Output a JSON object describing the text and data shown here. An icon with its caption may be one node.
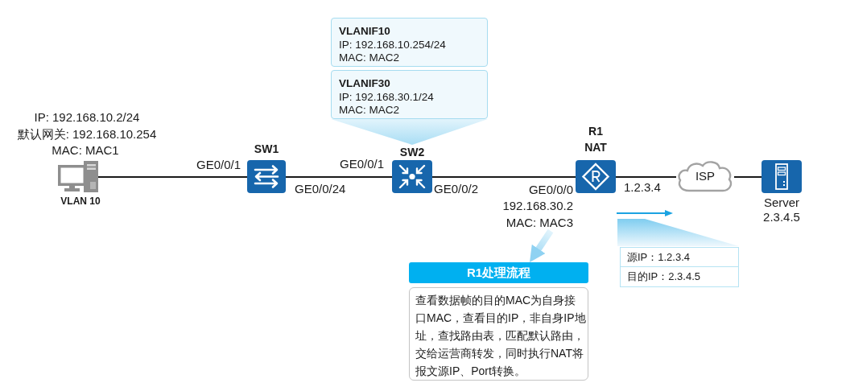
{
  "diagram": {
    "nodes": [
      {
        "text": [
          "VLANIF10",
          "IP: 192.168.10.254/24",
          "MAC: MAC2"
        ]
      },
      {
        "text": [
          "VLANIF30",
          "IP: 192.168.30.1/24",
          "MAC: MAC2"
        ]
      },
      {
        "text": [],
        "shape": "picture",
        "beside": [
          "IP: 192.168.10.2/24",
          "默认网关: 192.168.10.254",
          "MAC: MAC1",
          "VLAN 10"
        ]
      },
      {
        "text": [
          "SW1"
        ]
      },
      {
        "text": [
          "SW2"
        ]
      },
      {
        "text": [
          "R1",
          "NAT"
        ]
      },
      {
        "text": [
          "ISP"
        ]
      },
      {
        "text": [
          "Server",
          "2.3.4.5"
        ]
      },
      {
        "text": [
          "GE0/0/0",
          "192.168.30.2",
          "MAC: MAC3"
        ]
      },
      {
        "text": [
          "R1处理流程"
        ]
      },
      {
        "text": [
          "查看数据帧的目的MAC为自身接口MAC，查看目的IP，非自身IP地址，查找路由表，匹配默认路由，交给运营商转发，同时执行NAT将报文源IP、Port转换。"
        ]
      },
      {
        "text": [
          "源IP：1.2.3.4",
          "目的IP：2.3.4.5"
        ]
      }
    ],
    "edges": [
      {
        "from": 2,
        "to": 3,
        "arrow": "none"
      },
      {
        "from": 3,
        "to": 4,
        "arrow": "none"
      },
      {
        "from": 4,
        "to": 5,
        "arrow": "none"
      },
      {
        "from": 5,
        "to": 6,
        "arrow": "none"
      },
      {
        "from": 6,
        "to": 7,
        "arrow": "none"
      },
      {
        "from": 1,
        "to": 4,
        "arrow": "to",
        "style": "thick",
        "color": "#a8ddf4"
      },
      {
        "from": 8,
        "to": 9,
        "arrow": "to",
        "style": "thick",
        "color": "#8fd2f2"
      }
    ],
    "labels": [
      "GE0/0/1",
      "GE0/0/1",
      "GE0/0/24",
      "GE0/0/2",
      "1.2.3.4"
    ]
  }
}
